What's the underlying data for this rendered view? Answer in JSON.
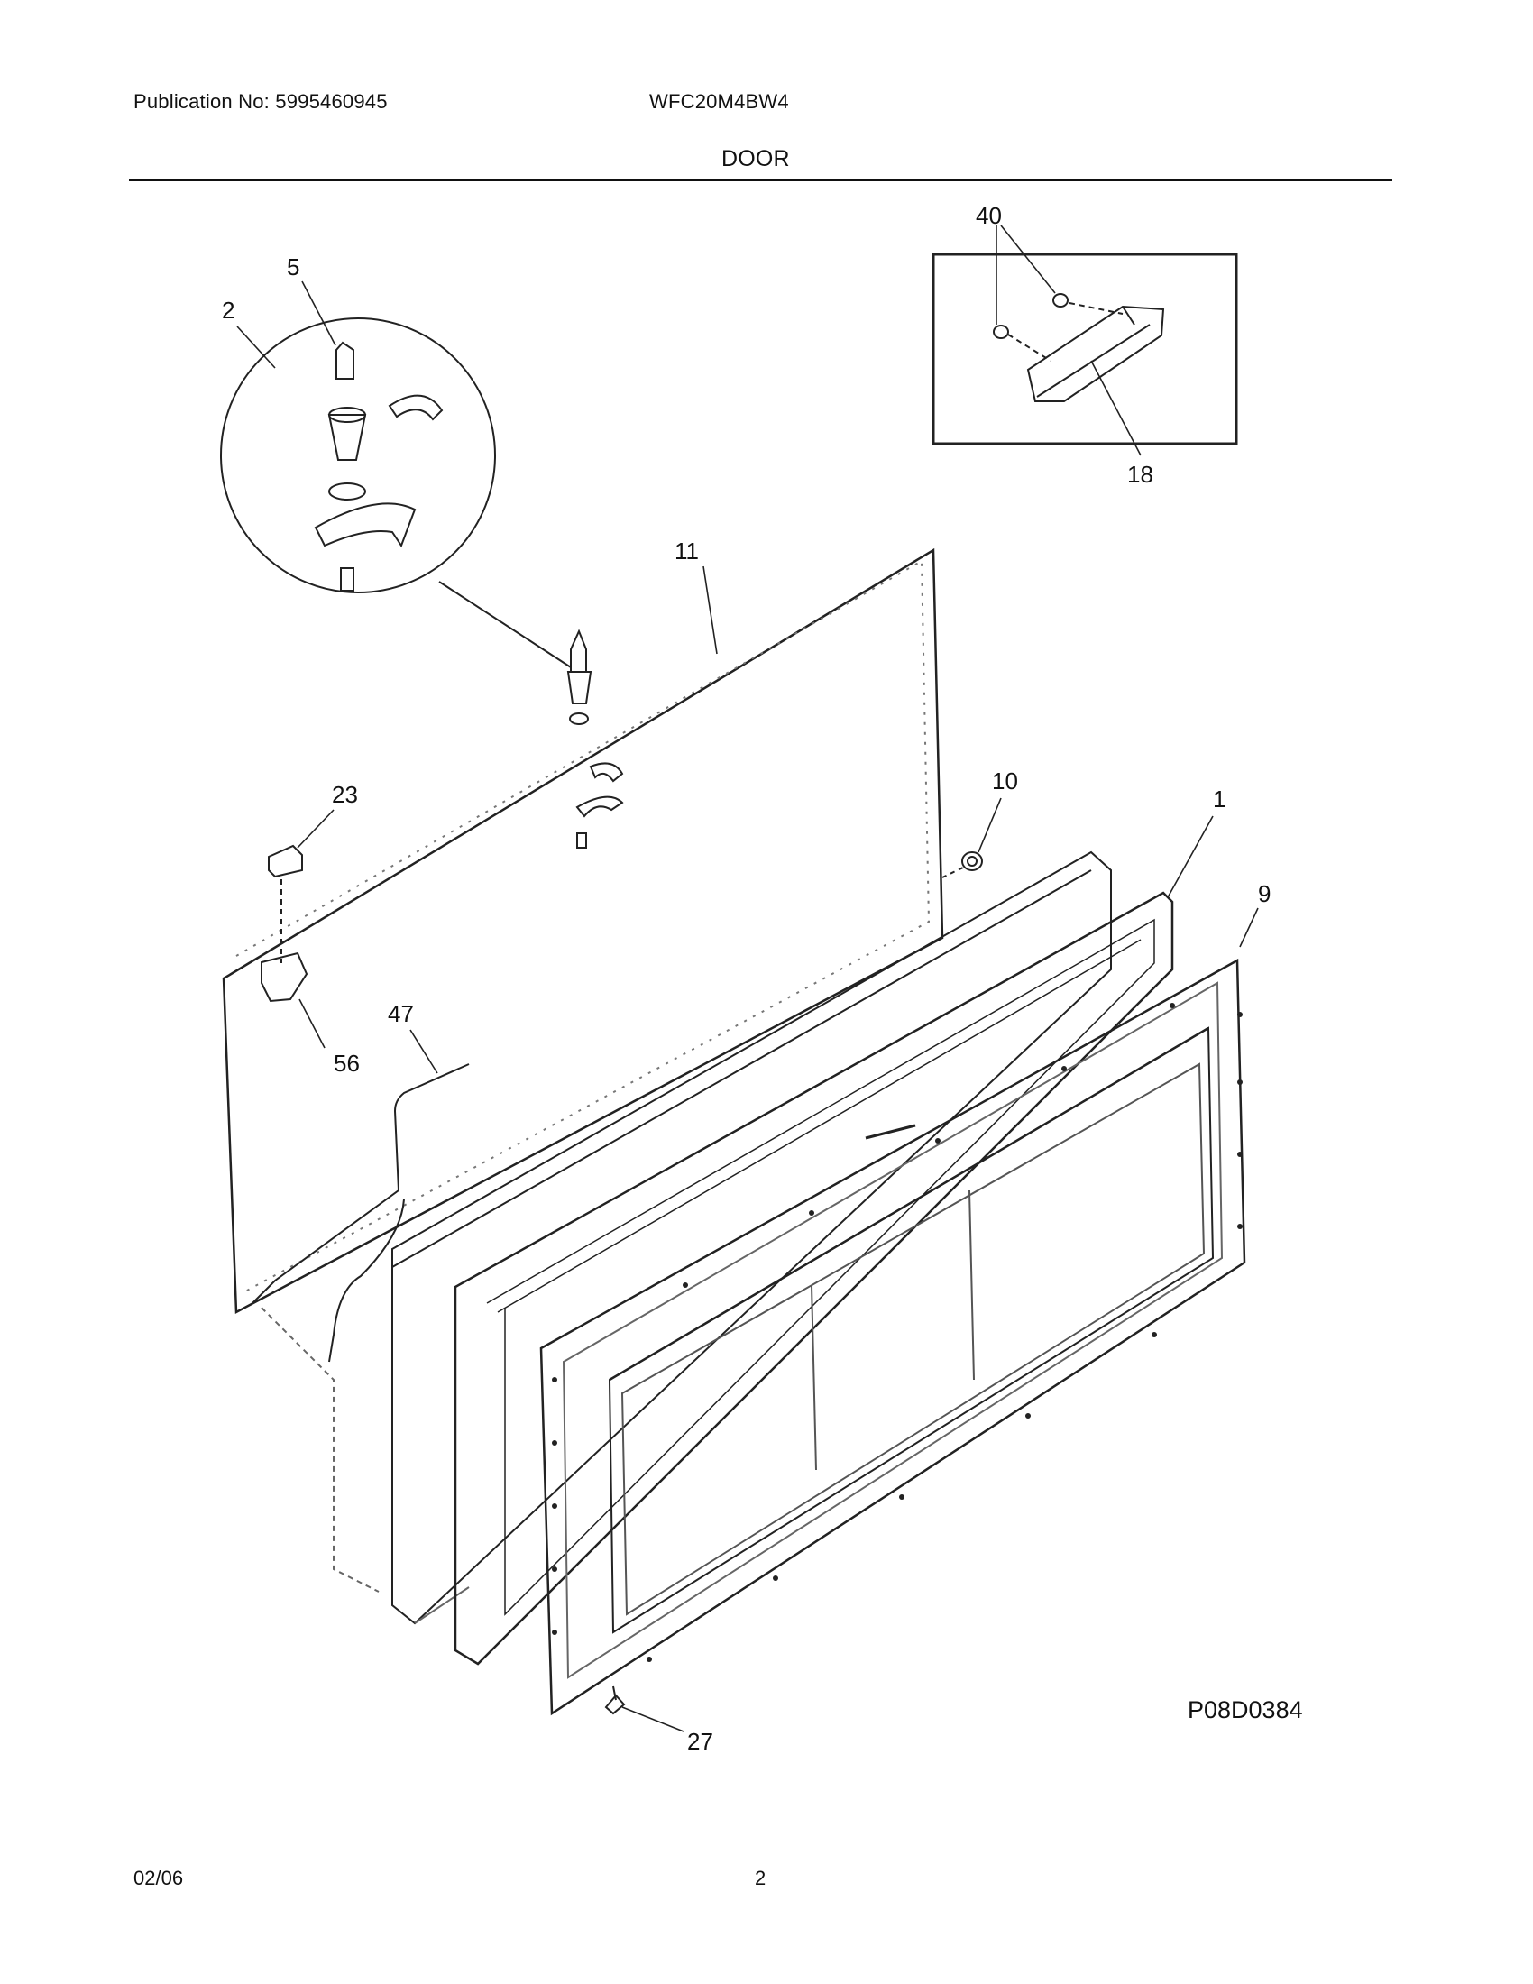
{
  "header": {
    "publication": "Publication No: 5995460945",
    "model": "WFC20M4BW4",
    "section_title": "DOOR"
  },
  "diagram": {
    "figure_code": "P08D0384",
    "callouts": {
      "c1": "1",
      "c2": "2",
      "c5": "5",
      "c9": "9",
      "c10": "10",
      "c11": "11",
      "c18": "18",
      "c23": "23",
      "c27": "27",
      "c40": "40",
      "c47": "47",
      "c56": "56"
    }
  },
  "footer": {
    "date": "02/06",
    "page": "2"
  }
}
